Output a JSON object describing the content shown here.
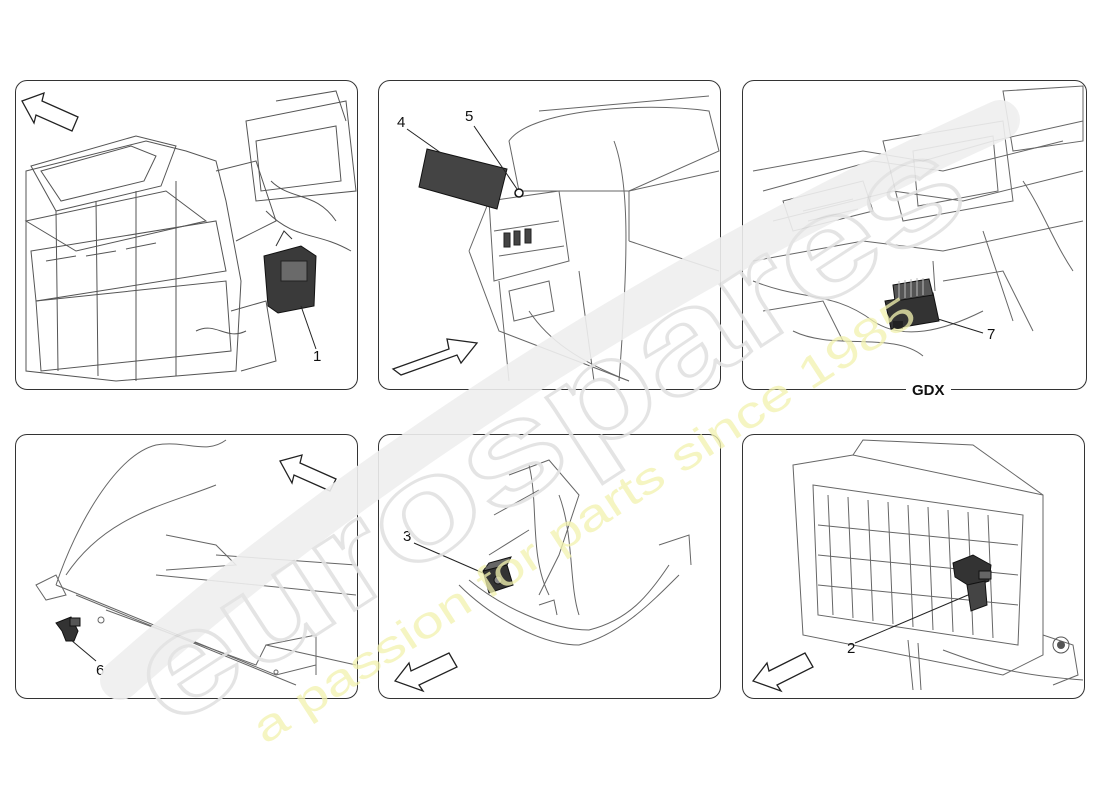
{
  "diagram": {
    "panels": [
      {
        "id": "top-left",
        "callouts": [
          "1"
        ]
      },
      {
        "id": "top-middle",
        "callouts": [
          "4",
          "5"
        ]
      },
      {
        "id": "top-right",
        "callouts": [
          "7"
        ],
        "variant_label": "GDX"
      },
      {
        "id": "bottom-left",
        "callouts": [
          "6"
        ]
      },
      {
        "id": "bottom-middle",
        "callouts": [
          "3"
        ]
      },
      {
        "id": "bottom-right",
        "callouts": [
          "2"
        ]
      }
    ]
  },
  "watermark": {
    "brand": "eurospares",
    "tagline": "a passion for parts since 1985",
    "brand_color": "#e6e6e6",
    "tagline_color": "#f3f3b8"
  },
  "colors": {
    "line": "#444444",
    "part_fill": "#333333",
    "frame": "#333333"
  }
}
